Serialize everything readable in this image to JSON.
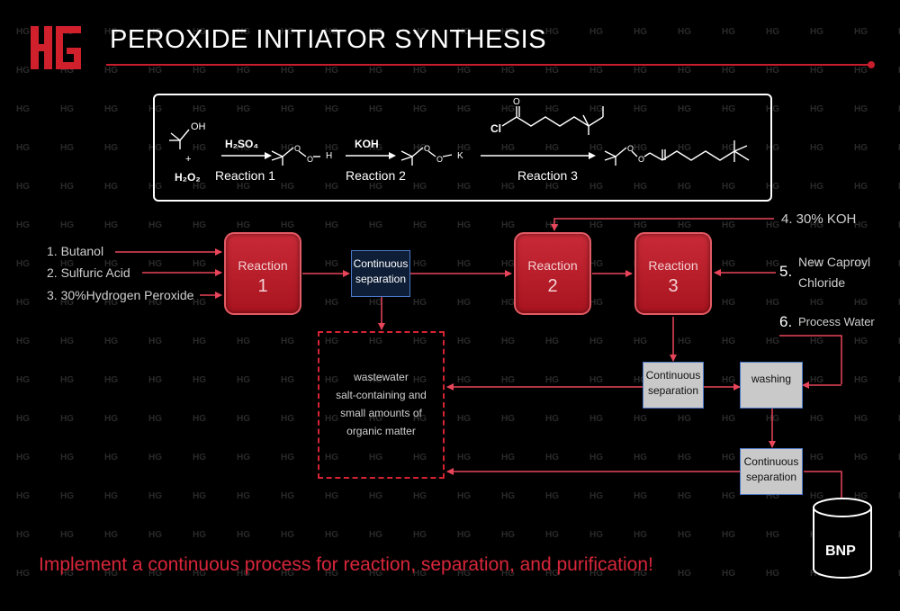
{
  "header": {
    "logo_text": "HG",
    "title": "PEROXIDE INITIATOR SYNTHESIS",
    "watermark_text": "HG"
  },
  "chemistry": {
    "reactant_1": "OH",
    "plus": "+",
    "reactant_2": "H₂O₂",
    "reagent_1": "H₂SO₄",
    "reagent_2": "KOH",
    "reagent_3": "Cl",
    "carbonyl_o": "O",
    "intermediate_1_o1": "O",
    "intermediate_1_o2": "O",
    "intermediate_1_h": "H",
    "intermediate_2_o1": "O",
    "intermediate_2_o2": "O",
    "intermediate_2_k": "K",
    "product_o1": "O",
    "product_o2": "O",
    "reaction_1": "Reaction 1",
    "reaction_2": "Reaction 2",
    "reaction_3": "Reaction 3"
  },
  "inputs": [
    {
      "label": "1. Butanol"
    },
    {
      "label": "2. Sulfuric Acid"
    },
    {
      "label": "3. 30%Hydrogen Peroxide"
    }
  ],
  "right_inputs": {
    "koh": "4. 30% KOH",
    "caproyl_num": "5.",
    "caproyl_line1": "New Caproyl",
    "caproyl_line2": "Chloride",
    "water_num": "6.",
    "water_label": "Process Water"
  },
  "reactors": [
    {
      "name": "Reaction",
      "num": "1"
    },
    {
      "name": "Reaction",
      "num": "2"
    },
    {
      "name": "Reaction",
      "num": "3"
    }
  ],
  "separators": {
    "sep1": [
      "Continuous",
      "separation"
    ],
    "sep2": [
      "Continuous",
      "separation"
    ],
    "washing": "washing",
    "sep3": [
      "Continuous",
      "separation"
    ]
  },
  "waste": [
    "wastewater",
    "salt-containing and",
    "small amounts of",
    "organic matter"
  ],
  "product": "BNP",
  "tagline": "Implement a continuous process for reaction, separation, and purification!"
}
